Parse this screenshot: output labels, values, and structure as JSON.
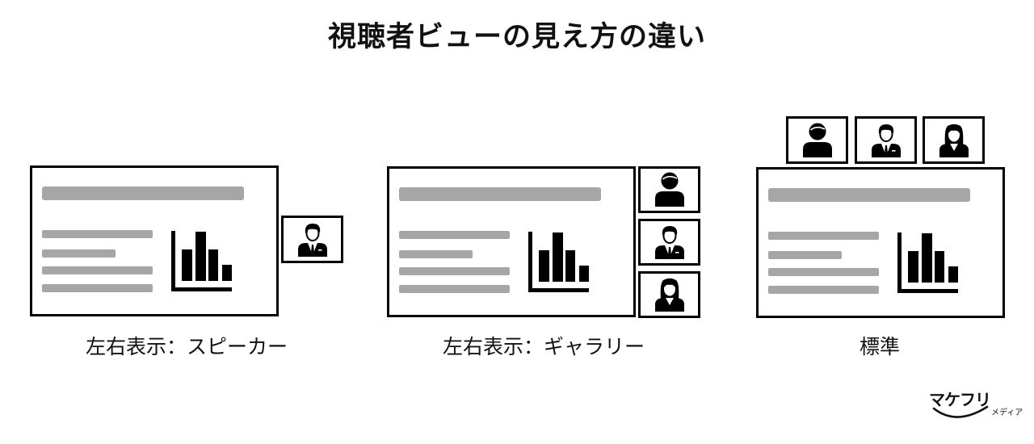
{
  "title": "視聴者ビューの見え方の違い",
  "colors": {
    "background": "#ffffff",
    "border": "#000000",
    "placeholder": "#a6a6a6",
    "text": "#111111"
  },
  "slide_icon": "bar-chart-icon",
  "panels": [
    {
      "label": "左右表示：スピーカー",
      "thumbnails": [
        "businessman-icon"
      ]
    },
    {
      "label": "左右表示：ギャラリー",
      "thumbnails": [
        "person-icon",
        "businessman-icon",
        "businesswoman-icon"
      ]
    },
    {
      "label": "標準",
      "thumbnails": [
        "person-icon",
        "businessman-icon",
        "businesswoman-icon"
      ]
    }
  ],
  "logo": {
    "main": "マケフリ",
    "sub": "メディア"
  }
}
